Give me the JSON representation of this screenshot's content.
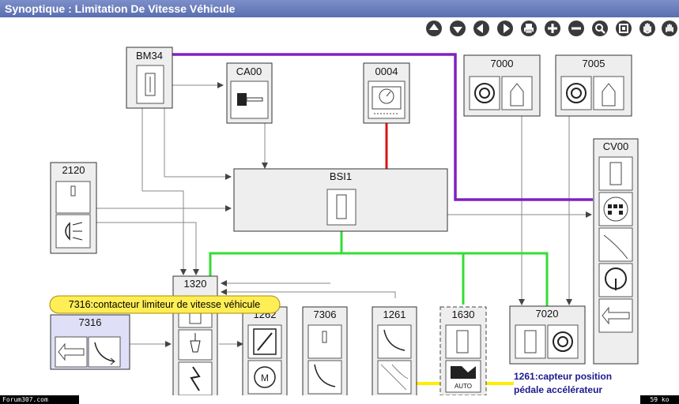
{
  "window": {
    "title": "Synoptique  : Limitation De Vitesse Véhicule"
  },
  "toolbar": {
    "buttons": [
      {
        "name": "up-arrow-icon"
      },
      {
        "name": "down-arrow-icon"
      },
      {
        "name": "left-arrow-icon"
      },
      {
        "name": "right-arrow-icon"
      },
      {
        "name": "print-icon"
      },
      {
        "name": "zoom-in-icon"
      },
      {
        "name": "zoom-out-icon"
      },
      {
        "name": "magnifier-icon"
      },
      {
        "name": "fit-screen-icon"
      },
      {
        "name": "hand-pan-icon"
      },
      {
        "name": "hand-grab-icon"
      }
    ]
  },
  "components": {
    "bm34": "BM34",
    "ca00": "CA00",
    "c0004": "0004",
    "c7000": "7000",
    "c7005": "7005",
    "cv00": "CV00",
    "c2120": "2120",
    "bsi1": "BSI1",
    "c1320": "1320",
    "c7316": "7316",
    "c1262": "1262",
    "c7306": "7306",
    "c1261": "1261",
    "c1630": "1630",
    "c7020": "7020"
  },
  "labels": {
    "auto": "AUTO"
  },
  "annotations": {
    "tooltip": "7316:contacteur limiteur de vitesse véhicule",
    "note_line1": "1261:capteur position",
    "note_line2": "pédale accélérateur"
  },
  "statusbar": {
    "left": "Forum307.com",
    "right": "59 ko"
  },
  "colors": {
    "purple": "#8020c0",
    "green": "#33dd33",
    "red": "#dd1111",
    "yellow": "#ffee00",
    "highlight": "#dfe0f7"
  }
}
